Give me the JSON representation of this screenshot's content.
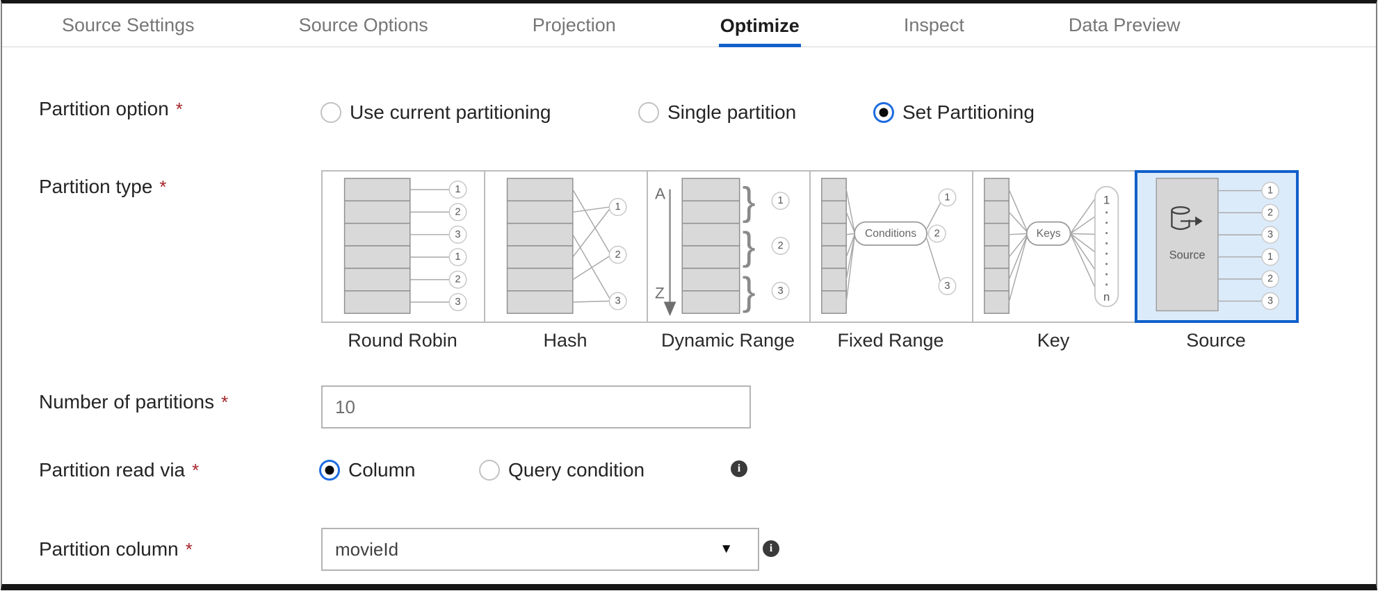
{
  "tabs": {
    "items": [
      {
        "label": "Source Settings",
        "active": false
      },
      {
        "label": "Source Options",
        "active": false
      },
      {
        "label": "Projection",
        "active": false
      },
      {
        "label": "Optimize",
        "active": true
      },
      {
        "label": "Inspect",
        "active": false
      },
      {
        "label": "Data Preview",
        "active": false
      }
    ]
  },
  "form": {
    "partition_option": {
      "label": "Partition option",
      "required": "*",
      "options": [
        {
          "label": "Use current partitioning",
          "selected": false
        },
        {
          "label": "Single partition",
          "selected": false
        },
        {
          "label": "Set Partitioning",
          "selected": true
        }
      ]
    },
    "partition_type": {
      "label": "Partition type",
      "required": "*",
      "selected": "Source",
      "options": [
        {
          "name": "Round Robin",
          "badges": [
            "1",
            "2",
            "3",
            "1",
            "2",
            "3"
          ]
        },
        {
          "name": "Hash",
          "badges": [
            "1",
            "2",
            "3"
          ]
        },
        {
          "name": "Dynamic Range",
          "badges": [
            "1",
            "2",
            "3"
          ],
          "top_label": "A",
          "bottom_label": "Z"
        },
        {
          "name": "Fixed Range",
          "badges": [
            "1",
            "2",
            "3"
          ],
          "pill": "Conditions"
        },
        {
          "name": "Key",
          "pill": "Keys",
          "top_label": "1",
          "bottom_label": "n"
        },
        {
          "name": "Source",
          "badges": [
            "1",
            "2",
            "3",
            "1",
            "2",
            "3"
          ],
          "box_label": "Source"
        }
      ]
    },
    "number_of_partitions": {
      "label": "Number of partitions",
      "required": "*",
      "value": "10"
    },
    "partition_read_via": {
      "label": "Partition read via",
      "required": "*",
      "options": [
        {
          "label": "Column",
          "selected": true
        },
        {
          "label": "Query condition",
          "selected": false
        }
      ]
    },
    "partition_column": {
      "label": "Partition column",
      "required": "*",
      "value": "movieId"
    }
  },
  "icons": {
    "dropdown_caret": "▼",
    "info": "i"
  },
  "colors": {
    "accent": "#1160c9",
    "radio_ring": "#1e6ce0",
    "selected_tile_bg": "#dcebfa",
    "required_red": "#a4262c",
    "info_bg": "#3a3a3a",
    "tab_inactive": "#767676"
  }
}
